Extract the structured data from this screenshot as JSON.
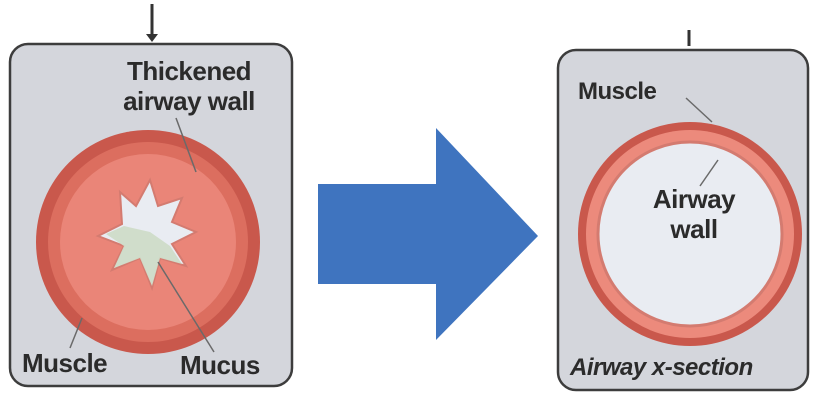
{
  "before_panel": {
    "label_thickened_line1": "Thickened",
    "label_thickened_line2": "airway wall",
    "label_muscle": "Muscle",
    "label_mucus": "Mucus"
  },
  "after_panel": {
    "label_muscle": "Muscle",
    "label_airway_line1": "Airway",
    "label_airway_line2": "wall",
    "caption": "Airway x-section"
  },
  "colors": {
    "panel_fill": "#d4d6dc",
    "panel_border": "#3d3d3d",
    "wall_dark": "#c9584c",
    "wall_light": "#ec8a7c",
    "lumen": "#e9ecf2",
    "mucus": "#cfdcc8",
    "arrow": "#3f74bf"
  }
}
